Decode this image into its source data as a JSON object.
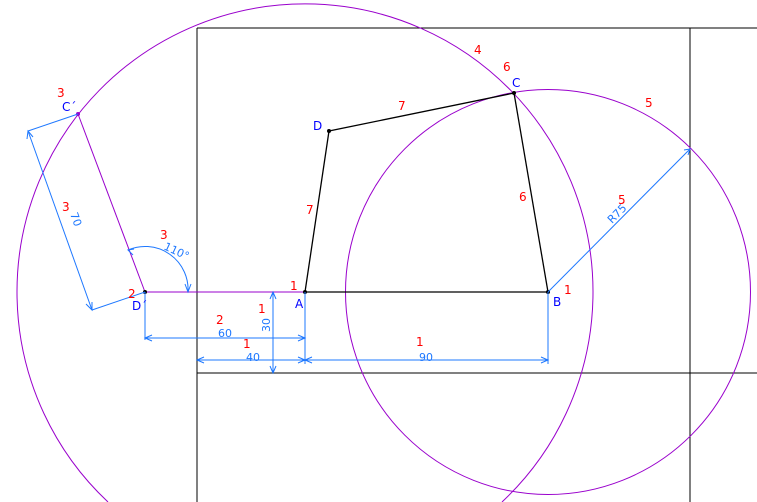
{
  "points": {
    "A": "A",
    "B": "B",
    "C": "C",
    "D": "D",
    "C_prime": "C´",
    "D_prime": "D´"
  },
  "step_labels": {
    "s1_a": "1",
    "s1_b": "1",
    "s1_dim30": "1",
    "s1_dim40": "1",
    "s1_dim90": "1",
    "s2_d": "2",
    "s2_dim60": "2",
    "s3_c": "3",
    "s3_dim70": "3",
    "s3_angle": "3",
    "s4_arc": "4",
    "s5_arc": "5",
    "s5_r": "5",
    "s6_c": "6",
    "s6_bc": "6",
    "s7_dc": "7",
    "s7_ad": "7"
  },
  "dimensions": {
    "d60": "60",
    "d40": "40",
    "d30": "30",
    "d90": "90",
    "d70": "70",
    "angle": "110°",
    "radius": "R75"
  },
  "colors": {
    "construction": "#9900cc",
    "dimension": "#1e78ff",
    "label": "#0000ff",
    "step": "#ff0000",
    "geometry": "#000000"
  }
}
